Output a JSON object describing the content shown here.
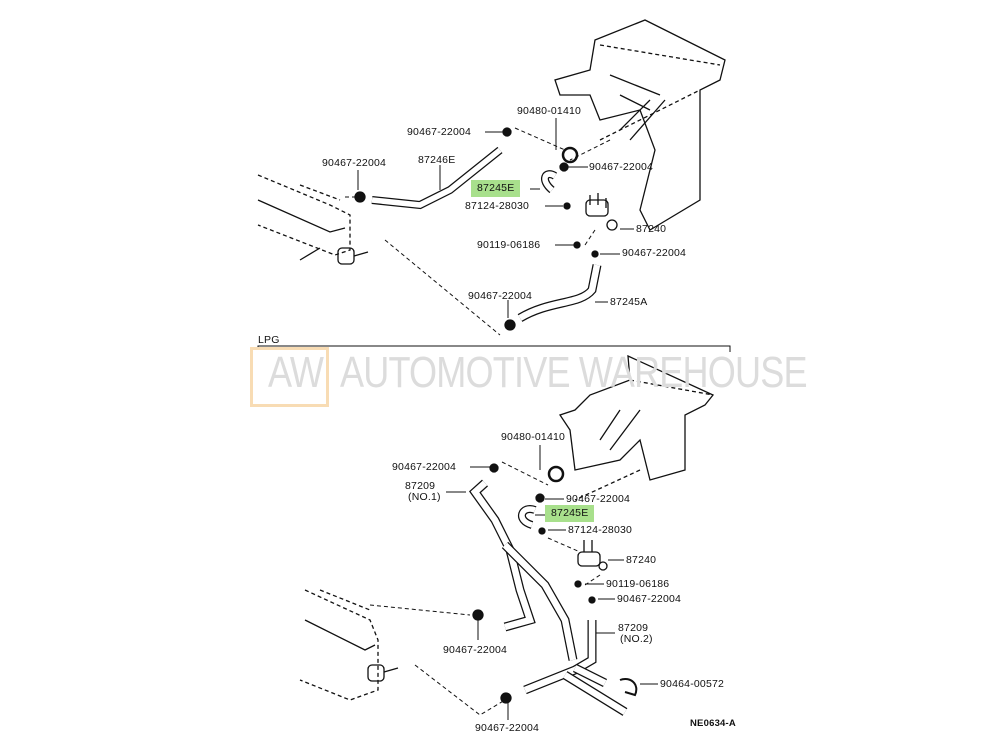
{
  "diagram": {
    "section_label": "LPG",
    "watermark": {
      "logo": "AW",
      "text": "AUTOMOTIVE WAREHOUSE"
    },
    "figure_code": "NE0634-A",
    "highlight_color": "#a8e08c",
    "upper_parts": [
      "90480-01410",
      "90467-22004",
      "90467-22004",
      "87246E",
      "90467-22004",
      "87245E",
      "87124-28030",
      "87240",
      "90119-06186",
      "90467-22004",
      "90467-22004",
      "87245A"
    ],
    "lower_parts": [
      "90480-01410",
      "90467-22004",
      "87209",
      "(NO.1)",
      "90467-22004",
      "87245E",
      "87124-28030",
      "87240",
      "90119-06186",
      "90467-22004",
      "87209",
      "(NO.2)",
      "90467-22004",
      "90464-00572",
      "90467-22004"
    ]
  }
}
